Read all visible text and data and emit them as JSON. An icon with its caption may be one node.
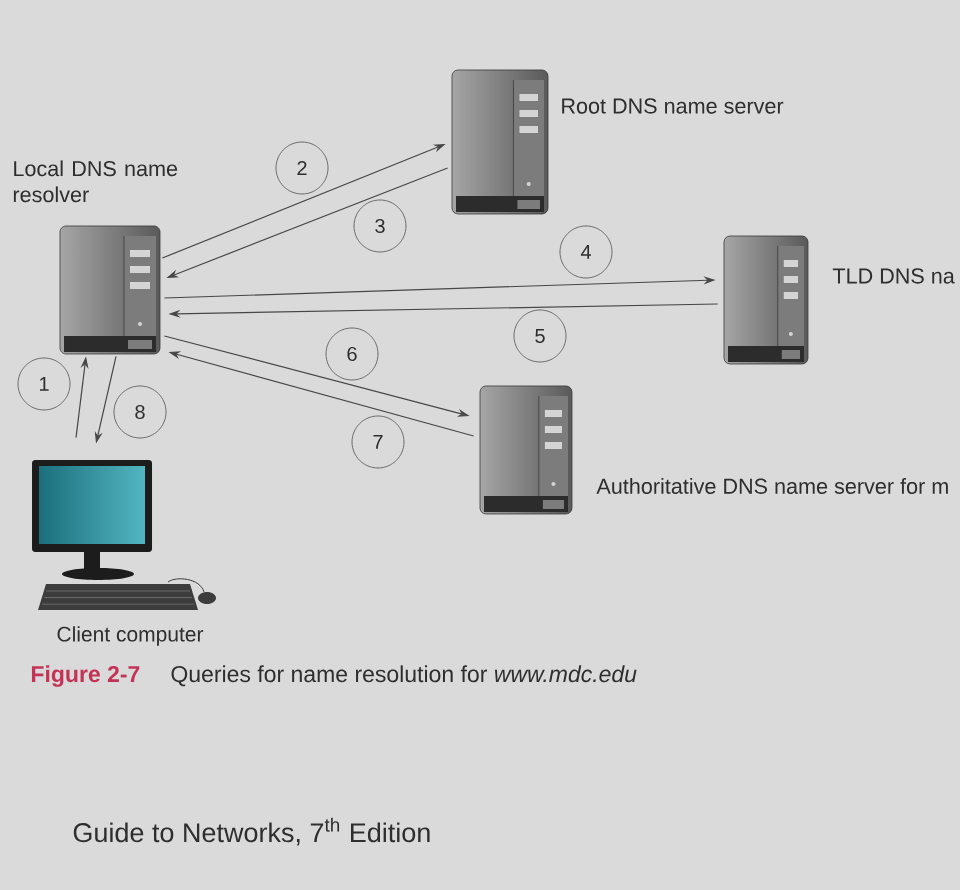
{
  "diagram": {
    "caption": "Queries for name resolution for *www.mdc.edu*",
    "nodes": [
      {
        "text": [
          "Local DNS name resolver"
        ]
      },
      {
        "text": [
          "Root DNS name server"
        ]
      },
      {
        "text": [
          "TLD DNS na"
        ]
      },
      {
        "text": [
          "Authoritative DNS name server for m"
        ]
      },
      {
        "text": [
          "Client computer"
        ]
      }
    ],
    "edges": [
      {
        "from": 4,
        "to": 0,
        "arrow": "to",
        "label": "1"
      },
      {
        "from": 0,
        "to": 1,
        "arrow": "to",
        "label": "2"
      },
      {
        "from": 1,
        "to": 0,
        "arrow": "to",
        "label": "3"
      },
      {
        "from": 0,
        "to": 2,
        "arrow": "to",
        "label": "4"
      },
      {
        "from": 2,
        "to": 0,
        "arrow": "to",
        "label": "5"
      },
      {
        "from": 0,
        "to": 3,
        "arrow": "to",
        "label": "6"
      },
      {
        "from": 3,
        "to": 0,
        "arrow": "to",
        "label": "7"
      },
      {
        "from": 0,
        "to": 4,
        "arrow": "to",
        "label": "8"
      }
    ],
    "labels": [
      "Figure 2-7",
      "Guide to Networks, 7$^{th}$ Edition"
    ]
  }
}
